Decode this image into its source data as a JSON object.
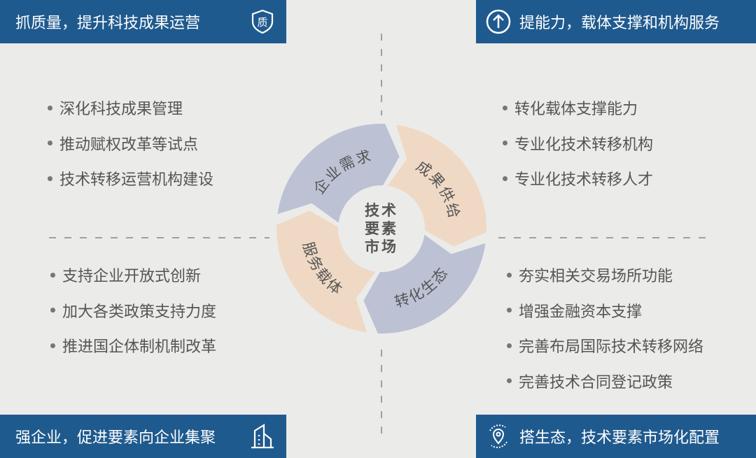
{
  "banners": {
    "top_left": "抓质量，提升科技成果运营",
    "top_right": "提能力，载体支撑和机构服务",
    "bottom_left": "强企业，促进要素向企业集聚",
    "bottom_right": "搭生态，技术要素市场化配置",
    "top_left_badge": "质"
  },
  "lists": {
    "top_left": [
      "深化科技成果管理",
      "推动赋权改革等试点",
      "技术转移运营机构建设"
    ],
    "top_right": [
      "转化载体支撑能力",
      "专业化技术转移机构",
      "专业化技术转移人才"
    ],
    "bottom_left": [
      "支持企业开放式创新",
      "加大各类政策支持力度",
      "推进国企体制机制改革"
    ],
    "bottom_right": [
      "夯实相关交易场所功能",
      "增强金融资本支撑",
      "完善布局国际技术转移网络",
      "完善技术合同登记政策"
    ]
  },
  "cycle": {
    "center": [
      "技术",
      "要素",
      "市场"
    ],
    "segments": [
      "企业需求",
      "成果供给",
      "转化生态",
      "服务载体"
    ]
  },
  "colors": {
    "banner": "#1f5a8e",
    "blue_segment": "#bcc1d4",
    "peach_segment": "#efd9c5"
  }
}
